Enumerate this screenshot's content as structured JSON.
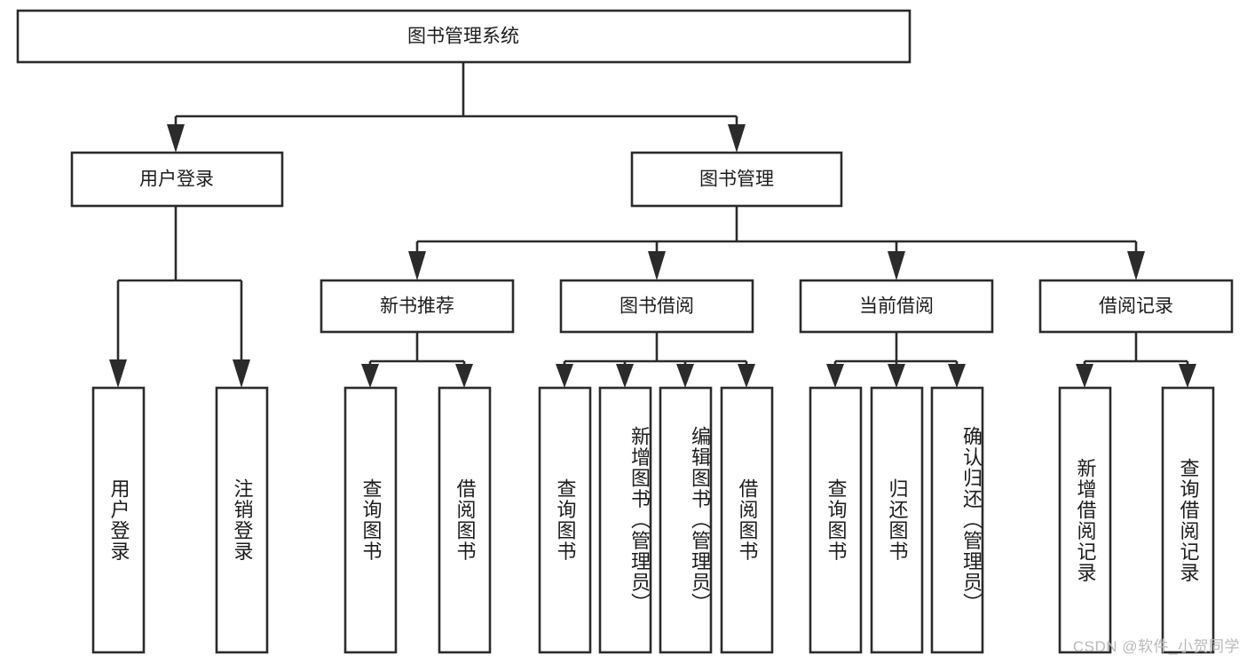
{
  "diagram": {
    "type": "tree-hierarchy",
    "title": "图书管理系统",
    "watermark": "CSDN @软件_小贺同学",
    "colors": {
      "stroke": "#2b2b2b",
      "fill": "#ffffff",
      "text": "#1c1c1c",
      "watermark": "#b9b9b9",
      "background": "#ffffff"
    },
    "root": {
      "label": "图书管理系统",
      "orientation": "horizontal"
    },
    "level1": [
      {
        "label": "用户登录",
        "orientation": "horizontal"
      },
      {
        "label": "图书管理",
        "orientation": "horizontal"
      }
    ],
    "level2": [
      {
        "label": "新书推荐",
        "orientation": "horizontal",
        "parent": "图书管理"
      },
      {
        "label": "图书借阅",
        "orientation": "horizontal",
        "parent": "图书管理"
      },
      {
        "label": "当前借阅",
        "orientation": "horizontal",
        "parent": "图书管理"
      },
      {
        "label": "借阅记录",
        "orientation": "horizontal",
        "parent": "图书管理"
      }
    ],
    "leaves": {
      "user_login": [
        {
          "label": "用户登录",
          "orientation": "vertical"
        },
        {
          "label": "注销登录",
          "orientation": "vertical"
        }
      ],
      "new_book_recommend": [
        {
          "label": "查询图书",
          "orientation": "vertical"
        },
        {
          "label": "借阅图书",
          "orientation": "vertical"
        }
      ],
      "book_borrow": [
        {
          "label": "查询图书",
          "orientation": "vertical"
        },
        {
          "label": "新增图书（管理员）",
          "orientation": "vertical"
        },
        {
          "label": "编辑图书（管理员）",
          "orientation": "vertical"
        },
        {
          "label": "借阅图书",
          "orientation": "vertical"
        }
      ],
      "current_borrow": [
        {
          "label": "查询图书",
          "orientation": "vertical"
        },
        {
          "label": "归还图书",
          "orientation": "vertical"
        },
        {
          "label": "确认归还（管理员）",
          "orientation": "vertical"
        }
      ],
      "borrow_record": [
        {
          "label": "新增借阅记录",
          "orientation": "vertical"
        },
        {
          "label": "查询借阅记录",
          "orientation": "vertical"
        }
      ]
    }
  }
}
